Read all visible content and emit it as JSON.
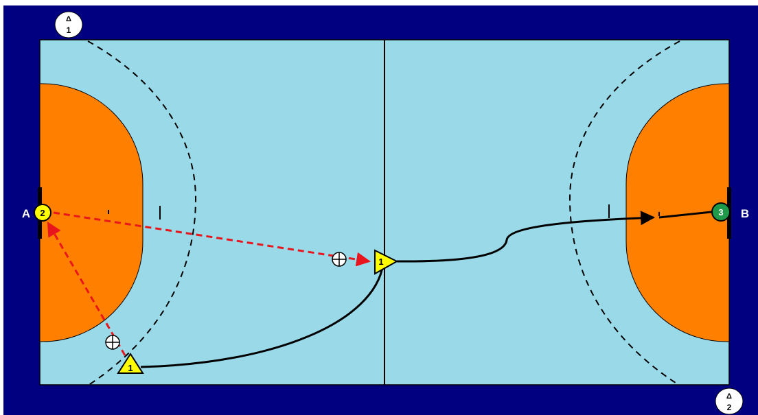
{
  "colors": {
    "frame": "#000080",
    "court": "#99d9e8",
    "goal_area": "#ff8000",
    "line": "#000000",
    "pass_arrow": "#e8161c",
    "player_yellow": "#ffff00",
    "player_green": "#1e9a4a",
    "white": "#ffffff"
  },
  "goal_labels": {
    "left": "A",
    "right": "B"
  },
  "players": [
    {
      "id": "player-2",
      "label": "2",
      "shape": "circle",
      "color": "yellow"
    },
    {
      "id": "player-3",
      "label": "3",
      "shape": "circle",
      "color": "green"
    },
    {
      "id": "player-1-start",
      "label": "1",
      "shape": "triangle",
      "color": "yellow"
    },
    {
      "id": "player-1-end",
      "label": "1",
      "shape": "triangle",
      "color": "yellow"
    }
  ],
  "referees": [
    {
      "id": "referee-1",
      "symbol": "Δ",
      "number": "1"
    },
    {
      "id": "referee-2",
      "symbol": "Δ",
      "number": "2"
    }
  ],
  "ball_icon": "crosshair-circle-icon",
  "paths": [
    {
      "id": "pass-1-to-2",
      "style": "dashed-red",
      "arrow": true
    },
    {
      "id": "pass-2-to-1",
      "style": "dashed-red",
      "arrow": true
    },
    {
      "id": "run-player-1",
      "style": "solid-black",
      "arrow": false
    },
    {
      "id": "run-to-goal-b",
      "style": "solid-black",
      "arrow": true
    }
  ]
}
